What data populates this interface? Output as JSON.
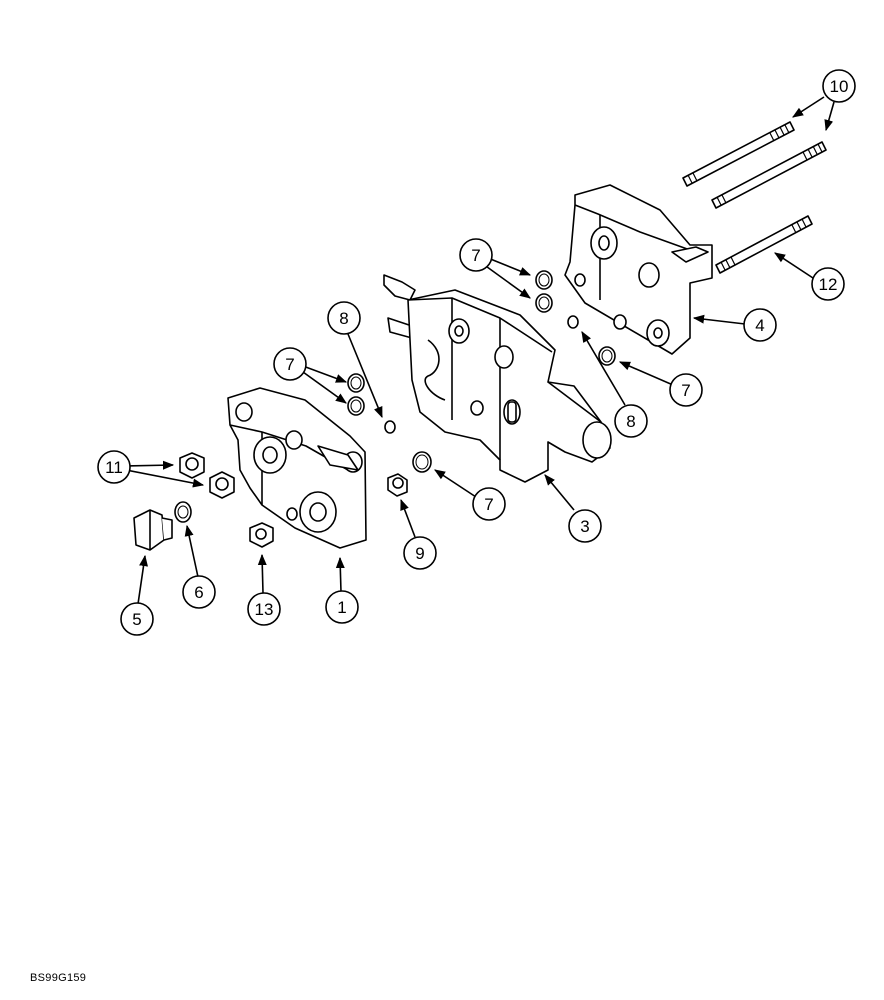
{
  "figure_code": "BS99G159",
  "parts": [
    {
      "key": "c1",
      "number": "1",
      "name": "end-section-housing"
    },
    {
      "key": "c3",
      "number": "3",
      "name": "control-valve-section"
    },
    {
      "key": "c4",
      "number": "4",
      "name": "outlet-end-cover"
    },
    {
      "key": "c5",
      "number": "5",
      "name": "plug"
    },
    {
      "key": "c6",
      "number": "6",
      "name": "sealing-ring"
    },
    {
      "key": "c7a",
      "number": "7",
      "name": "o-ring"
    },
    {
      "key": "c7b",
      "number": "7",
      "name": "o-ring"
    },
    {
      "key": "c7c",
      "number": "7",
      "name": "o-ring"
    },
    {
      "key": "c7d",
      "number": "7",
      "name": "o-ring"
    },
    {
      "key": "c8a",
      "number": "8",
      "name": "small-o-ring"
    },
    {
      "key": "c8b",
      "number": "8",
      "name": "small-o-ring"
    },
    {
      "key": "c9",
      "number": "9",
      "name": "check-poppet"
    },
    {
      "key": "c10",
      "number": "10",
      "name": "tie-rod"
    },
    {
      "key": "c11",
      "number": "11",
      "name": "nut"
    },
    {
      "key": "c12",
      "number": "12",
      "name": "tie-rod"
    },
    {
      "key": "c13",
      "number": "13",
      "name": "nut"
    }
  ]
}
